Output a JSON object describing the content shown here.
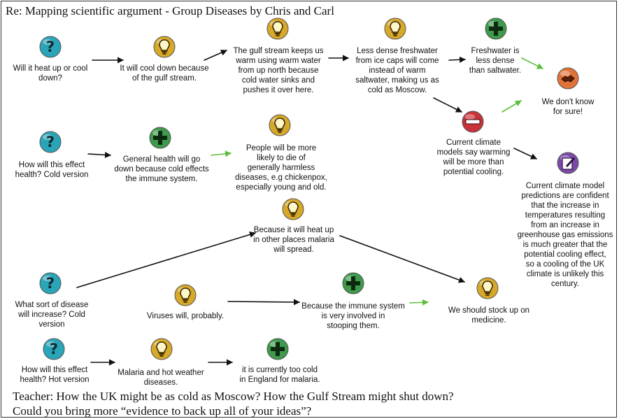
{
  "title": "Re: Mapping scientific argument - Group Diseases by Chris and Carl",
  "footer": {
    "line1": "Teacher: How the UK might be as cold as Moscow? How the Gulf Stream might shut down?",
    "line2": "Could you bring more “evidence to back up all of your ideas”?"
  },
  "nodes": {
    "q1": {
      "icon": "question-icon",
      "text": "Will it heat up or cool\ndown?"
    },
    "n1": {
      "icon": "lightbulb-icon",
      "text": "It will cool down because\nof the gulf stream."
    },
    "n2": {
      "icon": "lightbulb-icon",
      "text": "The gulf stream keeps us\nwarm using warm water\nfrom up north because\ncold water sinks and\npushes it over here."
    },
    "n3": {
      "icon": "lightbulb-icon",
      "text": "Less dense freshwater\nfrom ice caps will come\ninstead of warm\nsaltwater, making us as\ncold as Moscow."
    },
    "n4": {
      "icon": "plus-icon",
      "text": "Freshwater is\nless dense\nthan saltwater."
    },
    "n5": {
      "icon": "handshake-icon",
      "text": "We don't know\nfor sure!"
    },
    "n6": {
      "icon": "minus-icon",
      "text": "Current climate\nmodels say warming\nwill be more than\npotential cooling."
    },
    "n7": {
      "icon": "note-icon",
      "text": "Current climate model\npredictions are confident\nthat the increase in\ntemperatures resulting\nfrom an increase in\ngreenhouse gas emissions\nis much greater that the\npotential cooling effect,\nso a cooling of the UK\nclimate is unlikely this\ncentury."
    },
    "q2": {
      "icon": "question-icon",
      "text": "How will this effect\nhealth? Cold version"
    },
    "n8": {
      "icon": "plus-icon",
      "text": "General health will go\ndown because cold effects\nthe immune system."
    },
    "n9": {
      "icon": "lightbulb-icon",
      "text": "People will be more\nlikely to die of\ngenerally harmless\ndiseases, e.g chickenpox,\nespecially young and old."
    },
    "n10": {
      "icon": "lightbulb-icon",
      "text": "Because it will heat up\nin other places malaria\nwill spread."
    },
    "q3": {
      "icon": "question-icon",
      "text": "What sort of disease\nwill increase? Cold\nversion"
    },
    "n11": {
      "icon": "lightbulb-icon",
      "text": "Viruses will, probably."
    },
    "n12": {
      "icon": "plus-icon",
      "text": "Because the immune system\nis very involved in\nstooping them."
    },
    "n13": {
      "icon": "lightbulb-icon",
      "text": "We should stock up on\nmedicine."
    },
    "q4": {
      "icon": "question-icon",
      "text": "How will this effect\nhealth? Hot version"
    },
    "n14": {
      "icon": "lightbulb-icon",
      "text": "Malaria and hot weather\ndiseases."
    },
    "n15": {
      "icon": "plus-icon",
      "text": "it is currently too cold\nin England for malaria."
    }
  },
  "edges": [
    {
      "from": "q1",
      "to": "n1",
      "color": "#111111"
    },
    {
      "from": "n1",
      "to": "n2",
      "color": "#111111"
    },
    {
      "from": "n2",
      "to": "n3",
      "color": "#111111"
    },
    {
      "from": "n3",
      "to": "n4",
      "color": "#111111"
    },
    {
      "from": "n3",
      "to": "n6",
      "color": "#111111"
    },
    {
      "from": "n4",
      "to": "n5",
      "color": "#5cbf3c"
    },
    {
      "from": "n6",
      "to": "n5",
      "color": "#5cbf3c"
    },
    {
      "from": "n6",
      "to": "n7",
      "color": "#111111"
    },
    {
      "from": "q2",
      "to": "n8",
      "color": "#111111"
    },
    {
      "from": "n8",
      "to": "n9",
      "color": "#5cbf3c"
    },
    {
      "from": "q3",
      "to": "n10",
      "color": "#111111"
    },
    {
      "from": "n10",
      "to": "n13",
      "color": "#111111"
    },
    {
      "from": "n11",
      "to": "n12",
      "color": "#111111"
    },
    {
      "from": "n12",
      "to": "n13",
      "color": "#5cbf3c"
    },
    {
      "from": "q4",
      "to": "n14",
      "color": "#111111"
    },
    {
      "from": "n14",
      "to": "n15",
      "color": "#111111"
    }
  ],
  "colors": {
    "question": "#2aa5b8",
    "lightbulb": "#d7a92a",
    "plus": "#3e9a4c",
    "minus": "#c8323a",
    "handshake": "#e0733a",
    "note": "#7b4aa8",
    "arrow_default": "#111111",
    "arrow_support": "#5cbf3c"
  }
}
